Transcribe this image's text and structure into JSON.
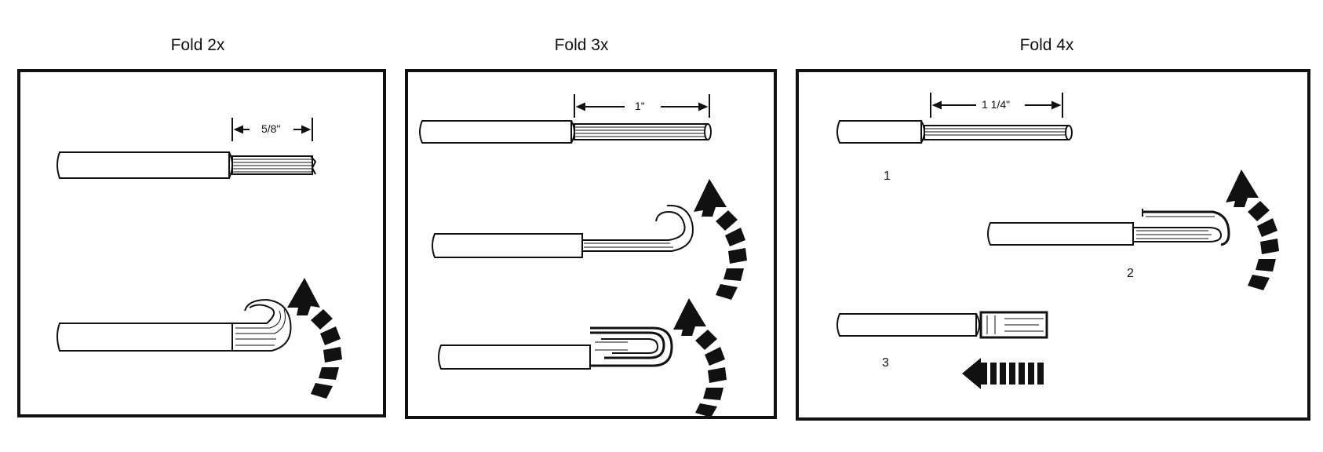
{
  "panels": [
    {
      "title": "Fold 2x",
      "dimension": "5/8\""
    },
    {
      "title": "Fold 3x",
      "dimension": "1\""
    },
    {
      "title": "Fold 4x",
      "dimension": "1 1/4\"",
      "steps": [
        "1",
        "2",
        "3"
      ]
    }
  ]
}
